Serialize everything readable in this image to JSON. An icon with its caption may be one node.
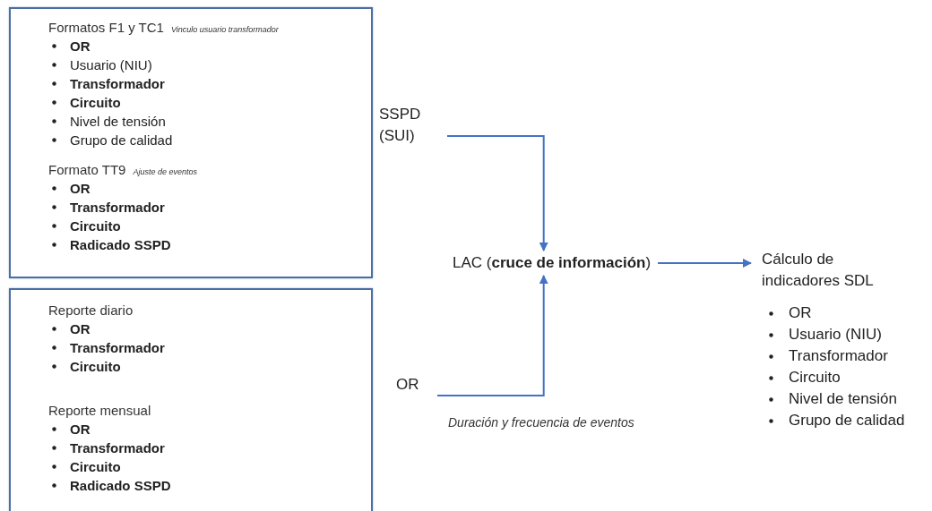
{
  "diagram": {
    "nodes": [
      {
        "text": [
          "Formatos F1 y TC1",
          "Vinculo usuario transformador",
          "OR",
          "Usuario (NIU)",
          "Transformador",
          "Circuito",
          "Nivel de tensión",
          "Grupo de calidad",
          "Formato TT9",
          "Ajuste de eventos",
          "OR",
          "Transformador",
          "Circuito",
          "Radicado SSPD"
        ]
      },
      {
        "text": [
          "Reporte diario",
          "OR",
          "Transformador",
          "Circuito",
          "Reporte mensual",
          "OR",
          "Transformador",
          "Circuito",
          "Radicado SSPD"
        ]
      },
      {
        "text": [
          "SSPD (SUI)"
        ]
      },
      {
        "text": [
          "OR"
        ]
      },
      {
        "text": [
          "LAC (**cruce de información**)"
        ]
      },
      {
        "text": [
          "Cálculo de indicadores SDL",
          "OR",
          "Usuario (NIU)",
          "Transformador",
          "Circuito",
          "Nivel de tensión",
          "Grupo de calidad"
        ]
      }
    ],
    "edges": [
      {
        "from": 2,
        "to": 4,
        "arrow": "to"
      },
      {
        "from": 3,
        "to": 4,
        "arrow": "to"
      },
      {
        "from": 4,
        "to": 5,
        "arrow": "to"
      }
    ],
    "labels": [
      "Duración y frecuencia de eventos"
    ]
  }
}
